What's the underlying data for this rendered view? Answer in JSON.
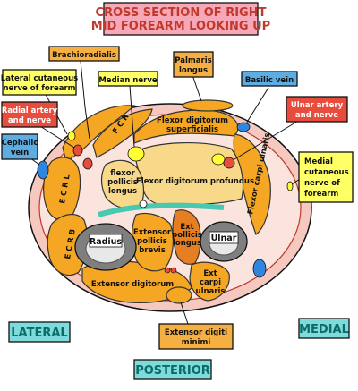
{
  "title": {
    "line1": "CROSS SECTION OF RIGHT",
    "line2": "MID FOREARM LOOKING UP"
  },
  "orientation": {
    "lateral": "LATERAL",
    "medial": "MEDIAL",
    "posterior": "POSTERIOR"
  },
  "callouts": {
    "brachioradialis": "Brachioradialis",
    "lateral_cutaneous_1": "Lateral cutaneous",
    "lateral_cutaneous_2": "nerve of forearm",
    "median_nerve": "Median nerve",
    "palmaris_1": "Palmaris",
    "palmaris_2": "longus",
    "basilic_vein": "Basilic vein",
    "ulnar_artery_1": "Ulnar artery",
    "ulnar_artery_2": "and nerve",
    "radial_artery_1": "Radial artery",
    "radial_artery_2": "and nerve",
    "cephalic_1": "Cephalic",
    "cephalic_2": "vein",
    "medial_cutaneous_1": "Medial",
    "medial_cutaneous_2": "cutaneous",
    "medial_cutaneous_3": "nerve of",
    "medial_cutaneous_4": "forearm",
    "ext_digiti_minimi_1": "Extensor digiti",
    "ext_digiti_minimi_2": "minimi"
  },
  "muscles": {
    "fcr": "F C R",
    "fds_1": "Flexor digitorum",
    "fds_2": "superficialis",
    "fcu": "Flexor carpi ulnaris",
    "fdp": "Flexor digitorum profundus",
    "fpl_1": "flexor",
    "fpl_2": "pollicis",
    "fpl_3": "longus",
    "ecrl": "E C R L",
    "ecrb": "E C R B",
    "epb_1": "Extensor",
    "epb_2": "pollicis",
    "epb_3": "brevis",
    "epl_1": "Ext",
    "epl_2": "pollicis",
    "epl_3": "longus",
    "ecu_1": "Ext",
    "ecu_2": "carpi",
    "ecu_3": "ulnaris",
    "ext_digitorum": "Extensor digitorum"
  },
  "bones": {
    "radius": "Radius",
    "ulna": "Ulnar"
  },
  "colors": {
    "title_box": "#f7a8b8",
    "title_text": "#c0392b",
    "yellow_box": "#ffff66",
    "orange_box": "#f5b041",
    "red_box": "#e74c3c",
    "blue_box": "#5dade2",
    "teal_box": "#7fdbda",
    "skin": "#f6c9c0",
    "muscle_orange": "#f5a623",
    "muscle_light": "#f8d98a",
    "membrane_teal": "#48c9b0",
    "vein_blue": "#2e86de",
    "artery_red": "#e74c3c",
    "nerve_yellow": "#ffff33"
  }
}
